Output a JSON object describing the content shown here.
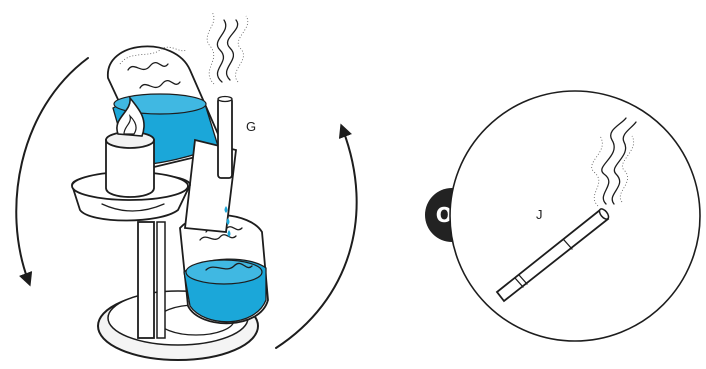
{
  "labels": {
    "g": "G",
    "j": "J",
    "or_badge": "OR"
  },
  "colors": {
    "water": "#1ba7d9",
    "ink": "#1d1d1d",
    "badge": "#222222",
    "smoke": "#4a4a4a"
  },
  "icons": {
    "rotation_left": "arrow-counterclockwise-icon",
    "rotation_right": "arrow-clockwise-icon",
    "device": "water-pipe-device-icon",
    "cigarette": "cigarette-icon"
  }
}
